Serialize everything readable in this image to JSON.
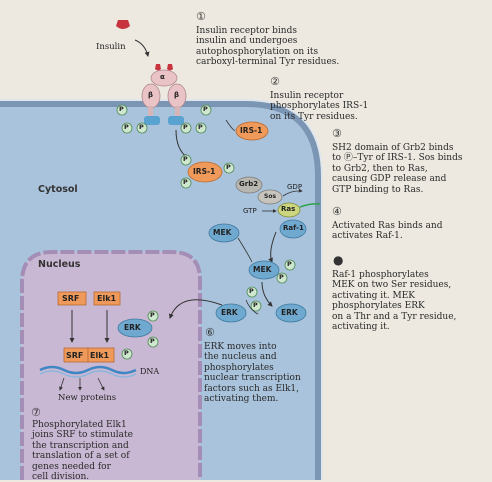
{
  "labels": {
    "insulin": "Insulin",
    "alpha": "α",
    "beta": "β",
    "irs1": "IRS-1",
    "grb2": "Grb2",
    "sos": "Sos",
    "gdp": "GDP",
    "gtp": "GTP",
    "ras": "Ras",
    "raf1": "Raf-1",
    "mek": "MEK",
    "erk": "ERK",
    "p": "P",
    "srf": "SRF",
    "elk1": "Elk1",
    "dna": "DNA",
    "new_proteins": "New proteins",
    "cytosol": "Cytosol",
    "nucleus": "Nucleus"
  },
  "steps": {
    "s1": "①",
    "s2": "②",
    "s3": "③",
    "s4": "④",
    "s5": "●",
    "s6": "⑥",
    "s7": "⑦"
  },
  "captions": {
    "c1": "Insulin receptor binds\ninsulin and undergoes\nautophosphorylation on its\ncarboxyl-terminal Tyr residues.",
    "c2": "Insulin receptor\nphosphorylates IRS-1\non its Tyr residues.",
    "c3": "SH2 domain of Grb2 binds\nto Ⓟ–Tyr of IRS-1. Sos binds\nto Grb2, then to Ras,\ncausing GDP release and\nGTP binding to Ras.",
    "c4": "Activated Ras binds and\nactivates Raf-1.",
    "c5": "Raf-1 phosphorylates\nMEK on two Ser residues,\nactivating it. MEK\nphosphorylates ERK\non a Thr and a Tyr residue,\nactivating it.",
    "c6": "ERK moves into\nthe nucleus and\nphosphorylates\nnuclear transcription\nfactors such as Elk1,\nactivating them.",
    "c7": "Phosphorylated Elk1\njoins SRF to stimulate\nthe transcription and\ntranslation of a set of\ngenes needed for\ncell division."
  }
}
